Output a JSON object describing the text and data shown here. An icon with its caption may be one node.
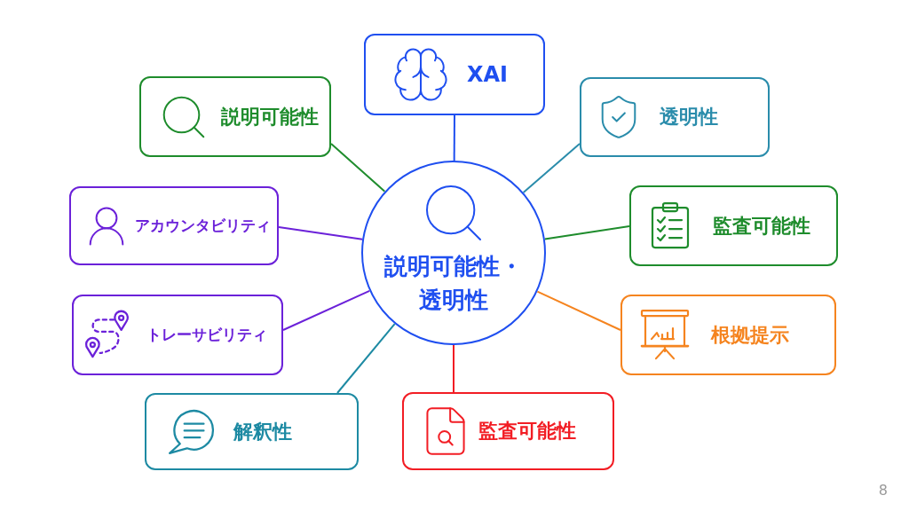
{
  "diagram": {
    "nodes": [
      {
        "text": [
          "説明可能性・透明性"
        ]
      },
      {
        "text": [
          "XAI"
        ]
      },
      {
        "text": [
          "説明可能性"
        ]
      },
      {
        "text": [
          "透明性"
        ]
      },
      {
        "text": [
          "アカウンタビリティ"
        ]
      },
      {
        "text": [
          "監査可能性"
        ]
      },
      {
        "text": [
          "トレーサビリティ"
        ]
      },
      {
        "text": [
          "根拠提示"
        ]
      },
      {
        "text": [
          "解釈性"
        ]
      },
      {
        "text": [
          "監査可能性"
        ]
      }
    ],
    "edges": [
      {
        "from": 0,
        "to": 1,
        "arrow": "none",
        "color": "#1f4ff0"
      },
      {
        "from": 0,
        "to": 2,
        "arrow": "none",
        "color": "#1e8c2c"
      },
      {
        "from": 0,
        "to": 3,
        "arrow": "none",
        "color": "#2a8cab"
      },
      {
        "from": 0,
        "to": 4,
        "arrow": "none",
        "color": "#6b21d9"
      },
      {
        "from": 0,
        "to": 5,
        "arrow": "none",
        "color": "#1e8c2c"
      },
      {
        "from": 0,
        "to": 6,
        "arrow": "none",
        "color": "#6b21d9"
      },
      {
        "from": 0,
        "to": 7,
        "arrow": "none",
        "color": "#f5841f"
      },
      {
        "from": 0,
        "to": 8,
        "arrow": "none",
        "color": "#1d8aa3"
      },
      {
        "from": 0,
        "to": 9,
        "arrow": "none",
        "color": "#f21d24"
      }
    ],
    "labels": [
      "8"
    ]
  }
}
